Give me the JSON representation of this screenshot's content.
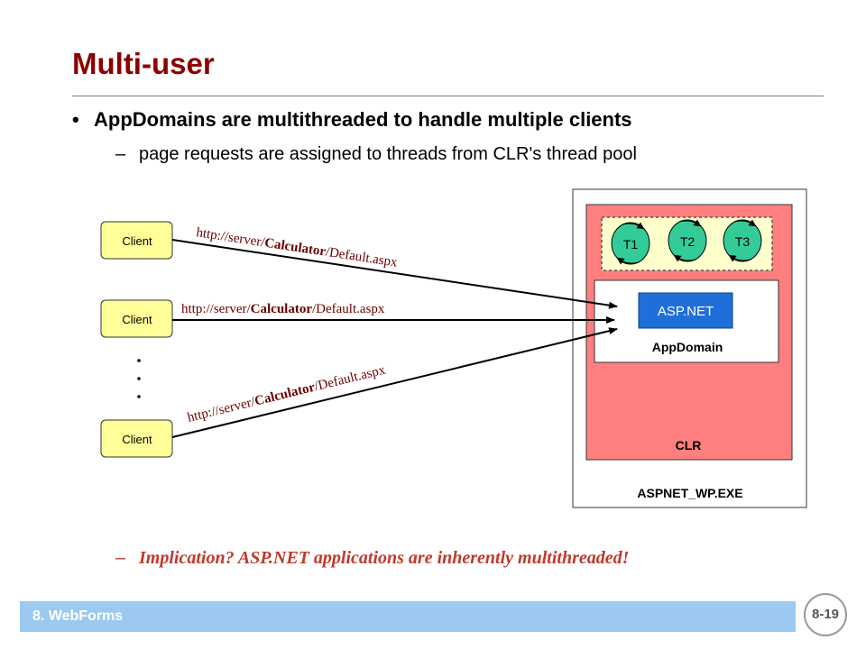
{
  "slide": {
    "title": "Multi-user",
    "bullet": "AppDomains are multithreaded to handle multiple clients",
    "sub_bullet": "page requests are assigned to threads from CLR's thread pool",
    "implication": "Implication?  ASP.NET applications are inherently multithreaded!",
    "bullet_marker": "•",
    "dash_marker": "–"
  },
  "diagram": {
    "clients": [
      {
        "label": "Client"
      },
      {
        "label": "Client"
      },
      {
        "label": "Client"
      }
    ],
    "url": {
      "prefix": "http://server/",
      "app": "Calculator",
      "suffix": "/Default.aspx"
    },
    "process_label": "ASPNET_WP.EXE",
    "clr_label": "CLR",
    "appdomain_label": "AppDomain",
    "aspnet_label": "ASP.NET",
    "threads": [
      "T1",
      "T2",
      "T3"
    ],
    "colors": {
      "client_fill": "#ffff99",
      "clr_fill": "#ff7f7f",
      "thread_pool_fill": "#ffffcc",
      "thread_fill": "#33cc99",
      "aspnet_fill": "#1e6fd9",
      "title": "#8b0000"
    }
  },
  "footer": {
    "section": "8. WebForms",
    "page": "8-19"
  }
}
